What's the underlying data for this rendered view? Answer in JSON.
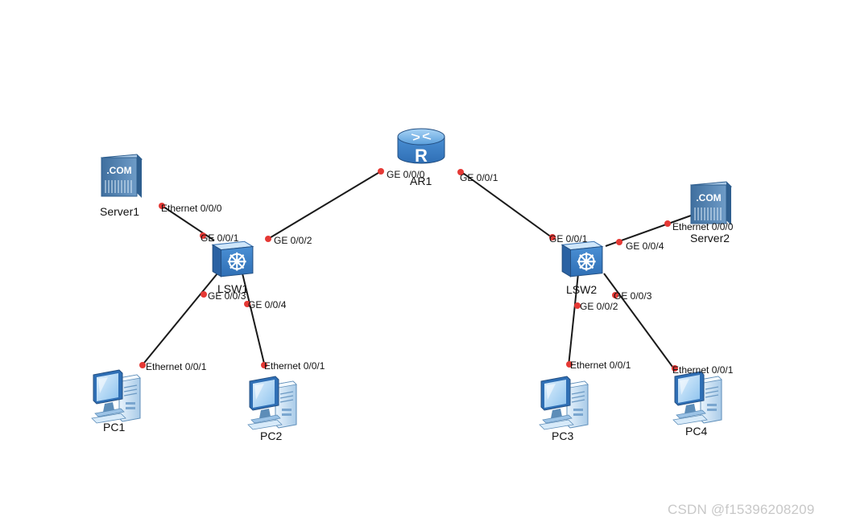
{
  "nodes": {
    "ar1": "AR1",
    "lsw1": "LSW1",
    "lsw2": "LSW2",
    "server1": "Server1",
    "server2": "Server2",
    "pc1": "PC1",
    "pc2": "PC2",
    "pc3": "PC3",
    "pc4": "PC4"
  },
  "icons": {
    "router": "router-icon",
    "switch": "switch-icon",
    "server": "server-icon",
    "pc": "pc-icon",
    "server_badge": ".COM",
    "router_badge": "R"
  },
  "ports": {
    "ar1_g000": "GE 0/0/0",
    "ar1_g001": "GE 0/0/1",
    "lsw1_g001": "GE 0/0/1",
    "lsw1_g002": "GE 0/0/2",
    "lsw1_g003": "GE 0/0/3",
    "lsw1_g004": "GE 0/0/4",
    "lsw2_g001": "GE 0/0/1",
    "lsw2_g002": "GE 0/0/2",
    "lsw2_g003": "GE 0/0/3",
    "lsw2_g004": "GE 0/0/4",
    "server1_e000": "Ethernet 0/0/0",
    "server2_e000": "Ethernet 0/0/0",
    "pc1_e001": "Ethernet 0/0/1",
    "pc2_e001": "Ethernet 0/0/1",
    "pc3_e001": "Ethernet 0/0/1",
    "pc4_e001": "Ethernet 0/0/1"
  },
  "colors": {
    "link": "#1a1a1a",
    "port_dot": "#e53935",
    "device_blue": "#4a8fd4"
  },
  "watermark": "CSDN @f15396208209"
}
